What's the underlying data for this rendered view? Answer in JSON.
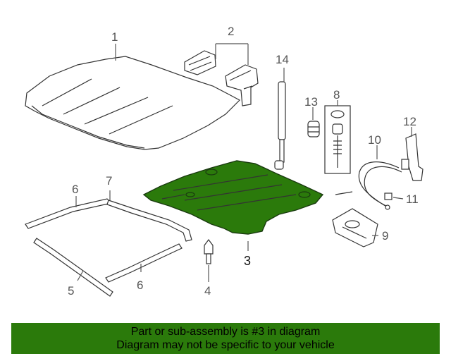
{
  "diagram": {
    "callouts": [
      {
        "id": "c1",
        "label": "1"
      },
      {
        "id": "c2",
        "label": "2"
      },
      {
        "id": "c3",
        "label": "3"
      },
      {
        "id": "c4",
        "label": "4"
      },
      {
        "id": "c5",
        "label": "5"
      },
      {
        "id": "c6a",
        "label": "6"
      },
      {
        "id": "c6b",
        "label": "6"
      },
      {
        "id": "c7",
        "label": "7"
      },
      {
        "id": "c8",
        "label": "8"
      },
      {
        "id": "c9",
        "label": "9"
      },
      {
        "id": "c10",
        "label": "10"
      },
      {
        "id": "c11",
        "label": "11"
      },
      {
        "id": "c12",
        "label": "12"
      },
      {
        "id": "c13",
        "label": "13"
      },
      {
        "id": "c14",
        "label": "14"
      }
    ],
    "highlight_color": "#2b7a0b"
  },
  "footer": {
    "line1": "Part or sub-assembly is #3 in diagram",
    "line2": "Diagram may not be specific to your vehicle"
  }
}
